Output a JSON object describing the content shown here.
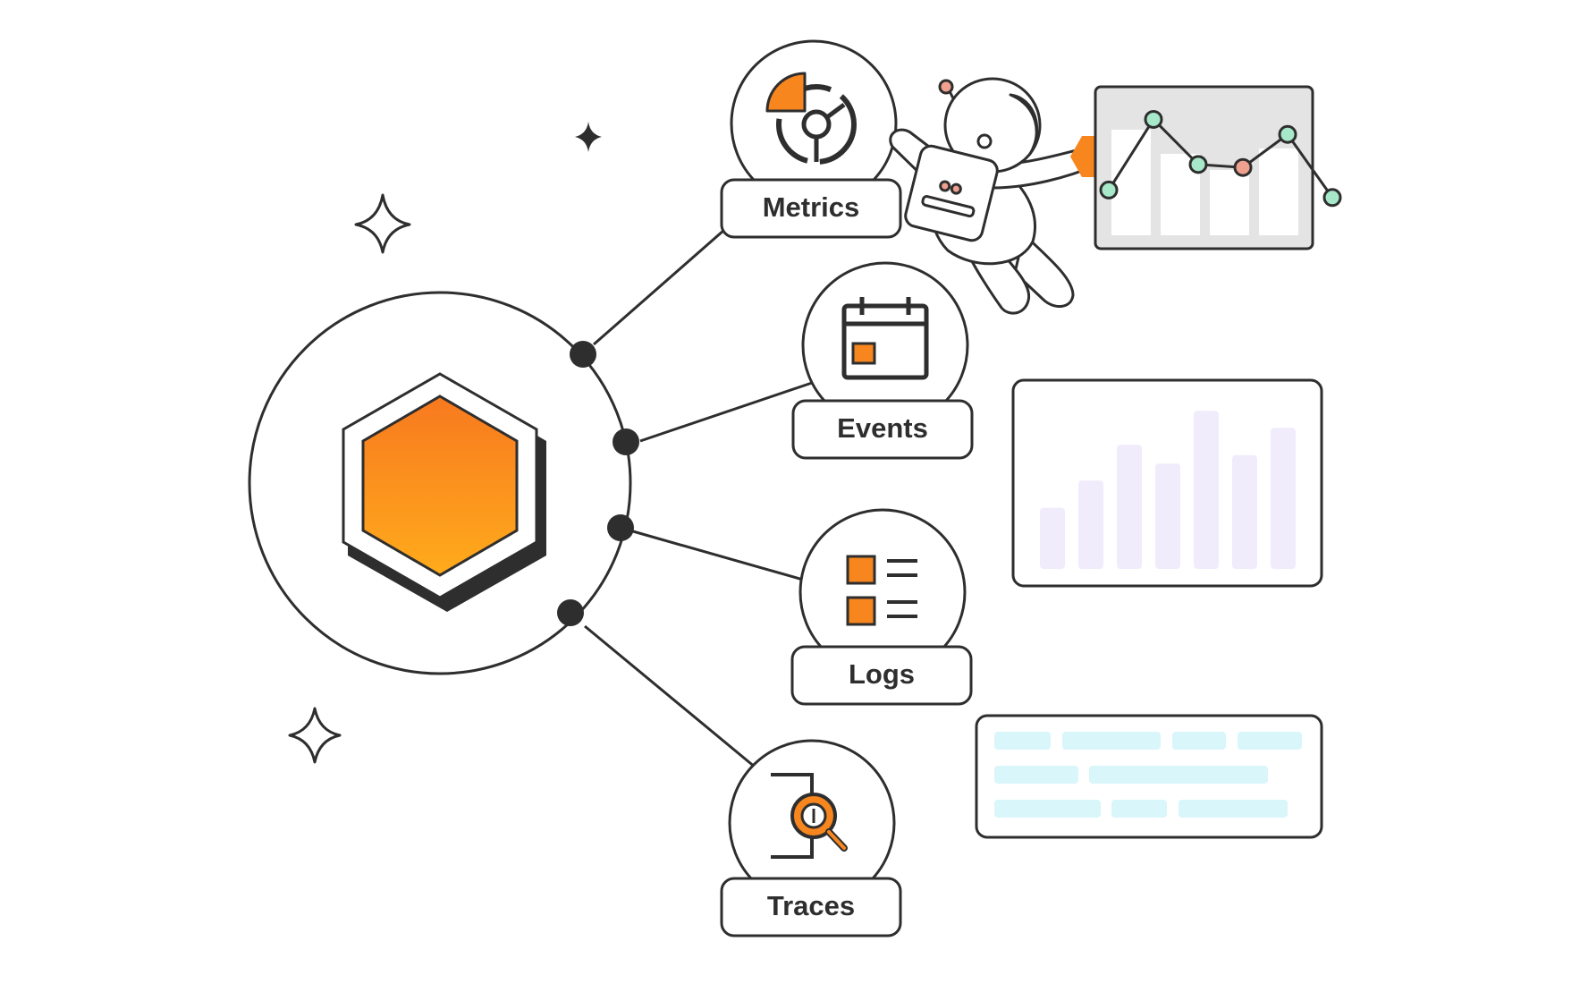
{
  "nodes": {
    "metrics": {
      "label": "Metrics"
    },
    "events": {
      "label": "Events"
    },
    "logs": {
      "label": "Logs"
    },
    "traces": {
      "label": "Traces"
    }
  },
  "icons": {
    "hub": "hexagon-icon",
    "metrics": "gauge-chart-icon",
    "events": "calendar-icon",
    "logs": "list-icon",
    "traces": "magnifier-icon",
    "astronaut": "astronaut-illustration",
    "sparkle": "sparkle-icon"
  },
  "colors": {
    "outline": "#2e2e2e",
    "accent_orange": "#f7861e",
    "accent_yellow": "#ffa51f",
    "line_panel_bg": "#e4e4e4",
    "bar_fill": "#f1ecfc",
    "log_stripe": "#d9f6fb",
    "point_green": "#a6e8c9",
    "point_pink": "#f0a08f"
  },
  "panels": {
    "line": {
      "values": [
        0.45,
        0.92,
        0.62,
        0.6,
        0.82,
        0.4
      ]
    },
    "bars": {
      "values": [
        0.36,
        0.52,
        0.73,
        0.62,
        0.93,
        0.67,
        0.83
      ]
    }
  }
}
